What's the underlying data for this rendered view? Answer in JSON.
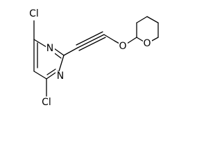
{
  "molecule": {
    "atoms": {
      "cl_top": "Cl",
      "cl_bottom": "Cl",
      "n_upper": "N",
      "n_lower": "N",
      "o_ether": "O",
      "o_ring": "O"
    }
  }
}
